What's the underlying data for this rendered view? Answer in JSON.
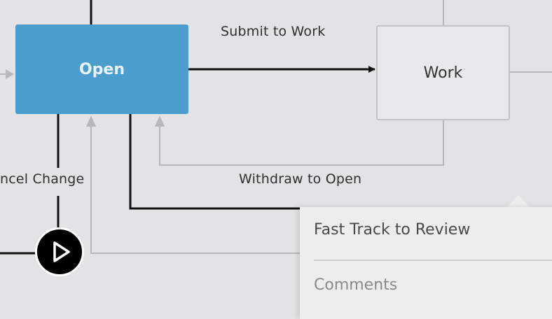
{
  "diagram": {
    "states": {
      "open": "Open",
      "work": "Work"
    },
    "transitions": {
      "submit_to_work": "Submit to Work",
      "withdraw_to_open": "Withdraw to Open",
      "cancel_change": "ncel Change"
    },
    "colors": {
      "open_fill": "#4a9dcc",
      "work_fill": "#e9e9eb",
      "primary_line": "#111111",
      "secondary_line": "#b8b8bb"
    }
  },
  "popover_menu": {
    "items": [
      "Fast Track to Review",
      "Comments"
    ]
  },
  "video": {
    "play_icon": "play-icon"
  }
}
